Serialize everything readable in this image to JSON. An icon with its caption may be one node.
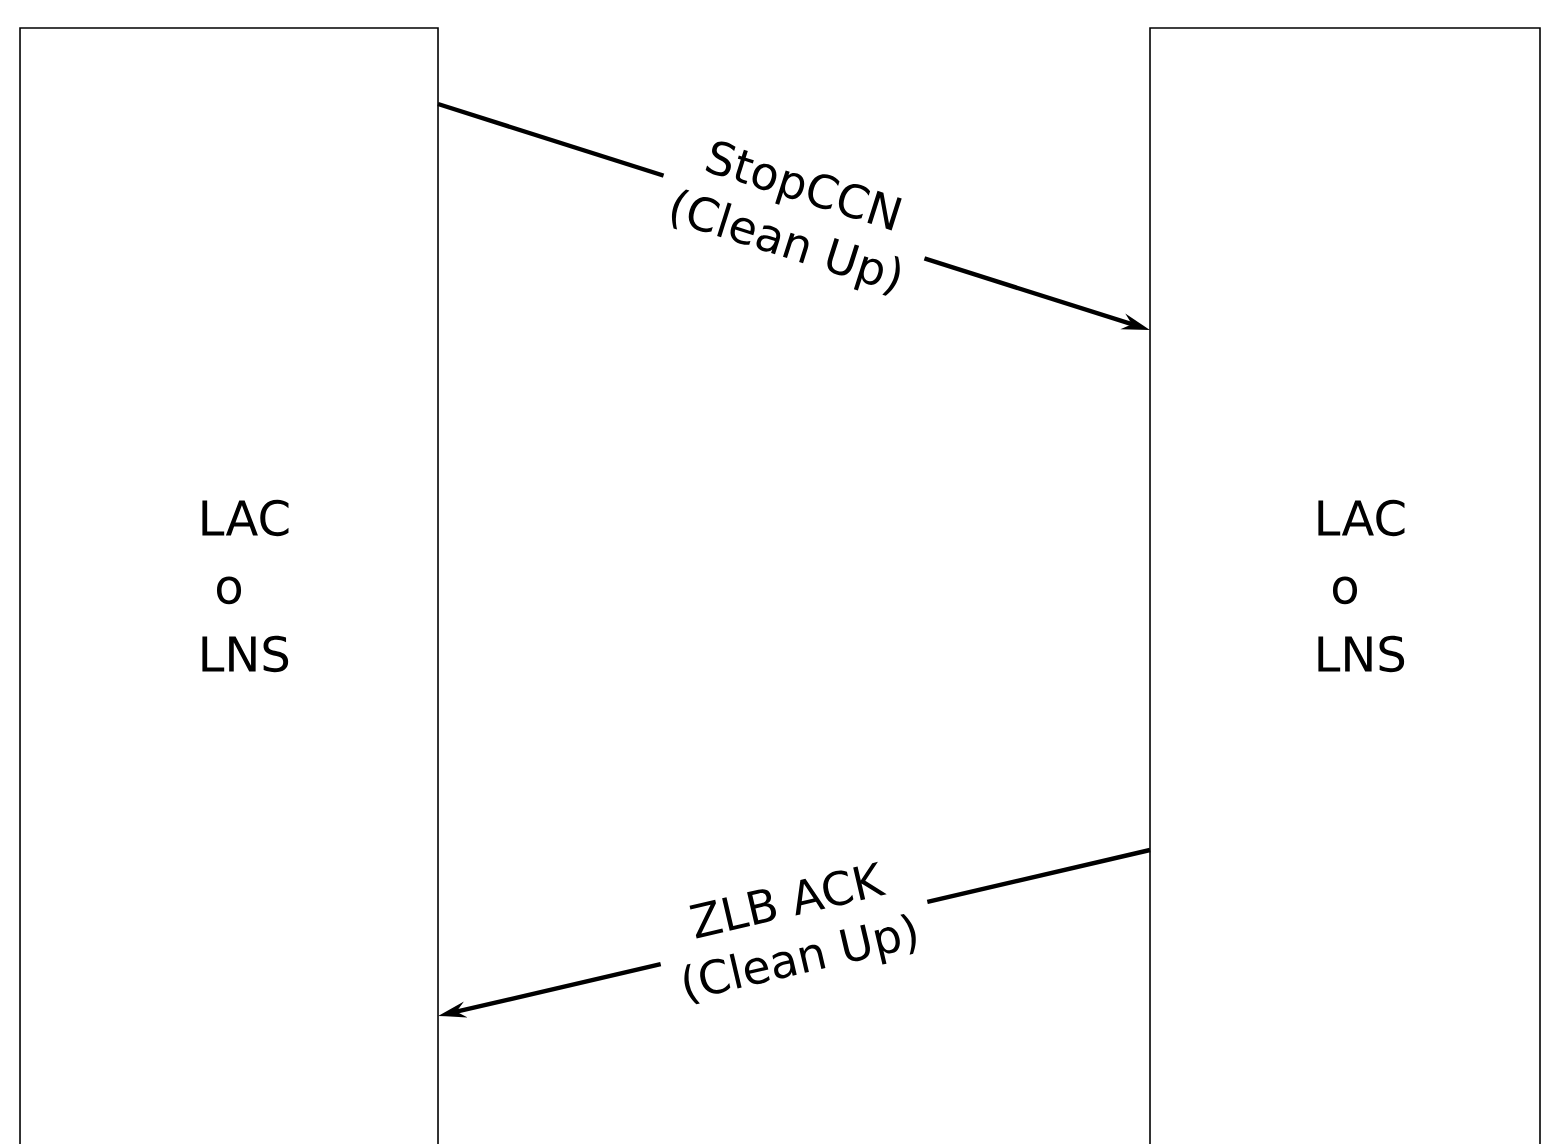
{
  "diagram": {
    "nodes": [
      {
        "text": [
          "LAC o LNS"
        ]
      },
      {
        "text": [
          "LAC o LNS"
        ]
      }
    ],
    "edges": [
      {
        "from": 0,
        "to": 1,
        "arrow": "to",
        "label": "StopCCN (Clean Up)"
      },
      {
        "from": 1,
        "to": 0,
        "arrow": "to",
        "label": "ZLB ACK (Clean Up)"
      }
    ]
  }
}
